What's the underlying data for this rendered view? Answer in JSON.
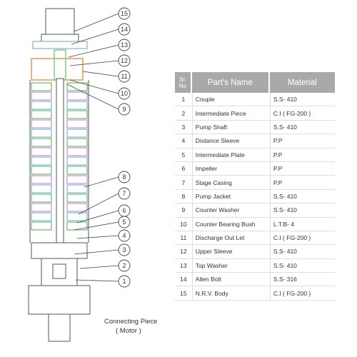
{
  "callouts": [
    "15",
    "14",
    "13",
    "12",
    "11",
    "10",
    "9",
    "8",
    "7",
    "6",
    "5",
    "4",
    "3",
    "2",
    "1"
  ],
  "caption": {
    "line1": "Connecting Piece",
    "line2": "( Motor )"
  },
  "table": {
    "header": {
      "sr_no_line1": "Sr.",
      "sr_no_line2": "No",
      "name": "Part's Name",
      "material": "Material"
    },
    "rows": [
      {
        "no": "1",
        "name": "Couple",
        "material": "S.S- 410"
      },
      {
        "no": "2",
        "name": "Intermediate Piece",
        "material": "C.I ( FG-200 )"
      },
      {
        "no": "3",
        "name": "Pump Shaft",
        "material": "S.S- 410"
      },
      {
        "no": "4",
        "name": "Distance Sleeve",
        "material": "P.P"
      },
      {
        "no": "5",
        "name": "Intermediate Plate",
        "material": "P.P"
      },
      {
        "no": "6",
        "name": "Impeller",
        "material": "P.P"
      },
      {
        "no": "7",
        "name": "Stage Casing",
        "material": "P.P"
      },
      {
        "no": "8",
        "name": "Pump Jacket",
        "material": "S.S- 410"
      },
      {
        "no": "9",
        "name": "Counter Washer",
        "material": "S.S- 410"
      },
      {
        "no": "10",
        "name": "Counter Bearing Bush",
        "material": "L.T.B- 4"
      },
      {
        "no": "11",
        "name": "Discharge Out Let",
        "material": "C.I ( FG-200 )"
      },
      {
        "no": "12",
        "name": "Upper Sleeve",
        "material": "S.S- 410"
      },
      {
        "no": "13",
        "name": "Top Washer",
        "material": "S.S- 410"
      },
      {
        "no": "14",
        "name": "Allen Bolt",
        "material": "S.S- 316"
      },
      {
        "no": "15",
        "name": "N.R.V. Body",
        "material": "C.I ( FG-200 )"
      }
    ]
  },
  "colors": {
    "outline": "#555555",
    "discharge": "#f0b080",
    "bowl_green": "#6cbf6c",
    "bowl_purple": "#c98fd6",
    "bowl_blue": "#7fb3e0",
    "header_bg": "#a9a9a9",
    "header_text": "#ffffff"
  }
}
